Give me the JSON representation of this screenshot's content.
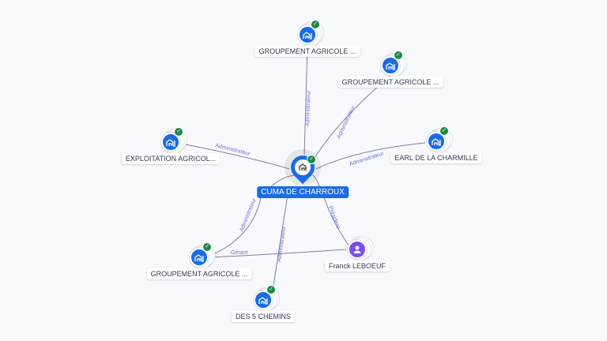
{
  "center": {
    "label": "CUMA DE CHARROUX",
    "icon": "building-icon",
    "verified": true
  },
  "nodes": [
    {
      "label": "GROUPEMENT AGRICOLE ...",
      "icon": "building-icon",
      "verified": true
    },
    {
      "label": "GROUPEMENT AGRICOLE ...",
      "icon": "building-icon",
      "verified": true
    },
    {
      "label": "EXPLOITATION AGRICOL...",
      "icon": "building-icon",
      "verified": true
    },
    {
      "label": "EARL DE LA CHARMILLE",
      "icon": "building-icon",
      "verified": true
    },
    {
      "label": "GROUPEMENT AGRICOLE ...",
      "icon": "building-icon",
      "verified": true
    },
    {
      "label": "Franck LEBOEUF",
      "icon": "person-icon",
      "verified": false
    },
    {
      "label": "DES 5 CHEMINS",
      "icon": "building-icon",
      "verified": true
    }
  ],
  "edges": {
    "admin": "Administrateur",
    "president": "Président",
    "gerant": "Gérant"
  },
  "colors": {
    "accent": "#1a6be8",
    "person": "#7b4ff0",
    "verified": "#1e8a46"
  }
}
